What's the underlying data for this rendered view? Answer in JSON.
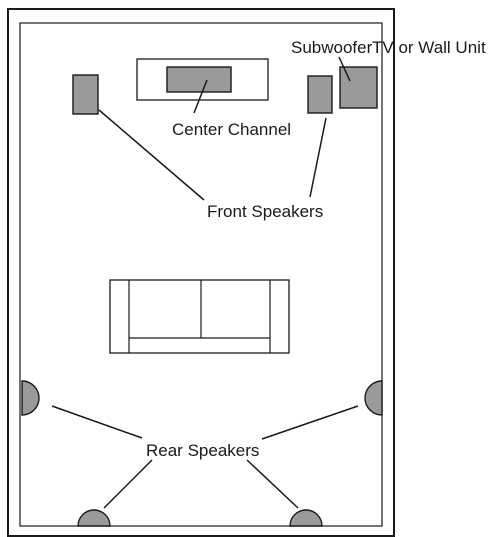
{
  "labels": {
    "subwoofer": "Subwoofer",
    "tv_unit": "TV or Wall Unit",
    "center_channel": "Center Channel",
    "front_speakers": "Front Speakers",
    "rear_speakers": "Rear Speakers"
  },
  "colors": {
    "speaker_fill": "#9a9a9a",
    "line": "#1a1a1a",
    "background": "#ffffff"
  }
}
